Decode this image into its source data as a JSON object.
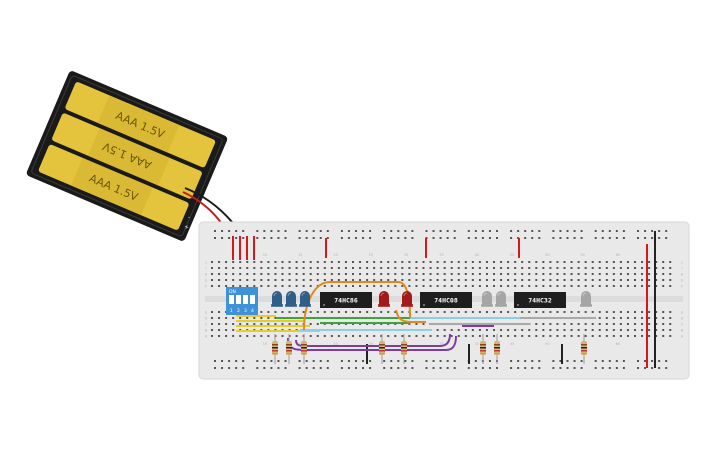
{
  "battery": {
    "cells": [
      "AAA 1.5V",
      "AAA 1.5V",
      "AAA 1.5V"
    ],
    "terminals": [
      "-",
      "+"
    ]
  },
  "dip_switch": {
    "on_label": "ON",
    "positions": [
      "1",
      "2",
      "3",
      "4"
    ]
  },
  "chips": [
    {
      "part": "74HC86"
    },
    {
      "part": "74HC08"
    },
    {
      "part": "74HC32"
    }
  ],
  "breadboard": {
    "row_letters_left": [
      "A",
      "B",
      "C",
      "D",
      "E",
      "F",
      "G",
      "H",
      "I",
      "J"
    ],
    "column_numbers": [
      "10",
      "15",
      "20",
      "25",
      "30",
      "35",
      "40",
      "45",
      "50",
      "55",
      "60"
    ]
  },
  "leds": [
    {
      "color": "#2f5f88"
    },
    {
      "color": "#2f5f88"
    },
    {
      "color": "#2f5f88"
    },
    {
      "color": "#a21a1a"
    },
    {
      "color": "#a21a1a"
    },
    {
      "color": "#a5a5a5"
    },
    {
      "color": "#a5a5a5"
    },
    {
      "color": "#a5a5a5"
    }
  ],
  "colors": {
    "board": "#e9e9e9",
    "rail_red": "#d11b1b",
    "rail_black": "#222222",
    "battery_body": "#1a1a1a",
    "cell_yellow": "#e3c43c",
    "dip_blue": "#3f91d8",
    "chip_body": "#1e1e1e"
  }
}
